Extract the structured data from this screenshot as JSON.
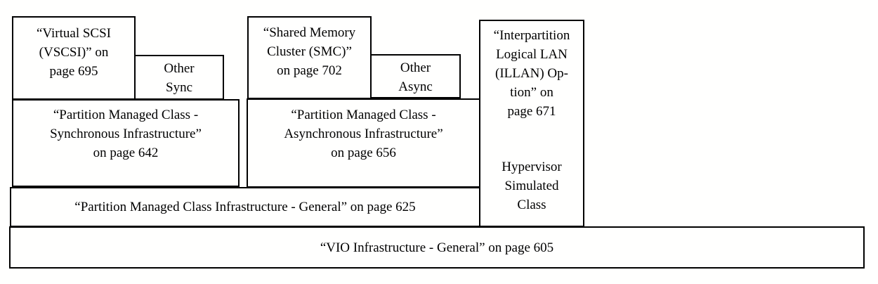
{
  "diagram": {
    "title": "VIO Infrastructure class hierarchy diagram",
    "colors": {
      "background": "#fffffe",
      "border": "#000000",
      "text": "#000000"
    },
    "boxes": {
      "vscsi": {
        "line1": "“Virtual SCSI",
        "line2": "(VSCSI)” on",
        "line3": "page 695"
      },
      "other_sync": {
        "line1": "Other",
        "line2": "Sync"
      },
      "smc": {
        "line1": "“Shared Memory",
        "line2": "Cluster (SMC)”",
        "line3": "on page 702"
      },
      "other_async": {
        "line1": "Other",
        "line2": "Async"
      },
      "illan": {
        "line1": "“Interpartition",
        "line2": "Logical LAN",
        "line3": "(ILLAN) Op-",
        "line4": "tion” on",
        "line5": "page 671"
      },
      "hypervisor": {
        "line1": "Hypervisor",
        "line2": "Simulated",
        "line3": "Class"
      },
      "pmc_sync": {
        "line1": "“Partition Managed Class -",
        "line2": "Synchronous Infrastructure”",
        "line3": "on page 642"
      },
      "pmc_async": {
        "line1": "“Partition Managed Class -",
        "line2": "Asynchronous Infrastructure”",
        "line3": "on page 656"
      },
      "pmc_general": {
        "label": "“Partition Managed Class Infrastructure - General” on page 625"
      },
      "vio_general": {
        "label": "“VIO Infrastructure - General” on page 605"
      }
    }
  }
}
